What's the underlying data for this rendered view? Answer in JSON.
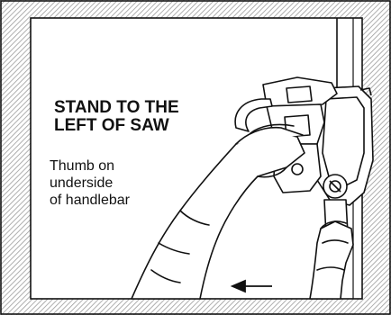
{
  "figure": {
    "heading_lines": [
      "STAND TO THE",
      "LEFT OF SAW"
    ],
    "note_lines": [
      "Thumb on",
      "underside",
      "of handlebar"
    ],
    "stroke_color": "#111111",
    "background_color": "#ffffff",
    "border_hatch_color": "#9a9a9a"
  }
}
